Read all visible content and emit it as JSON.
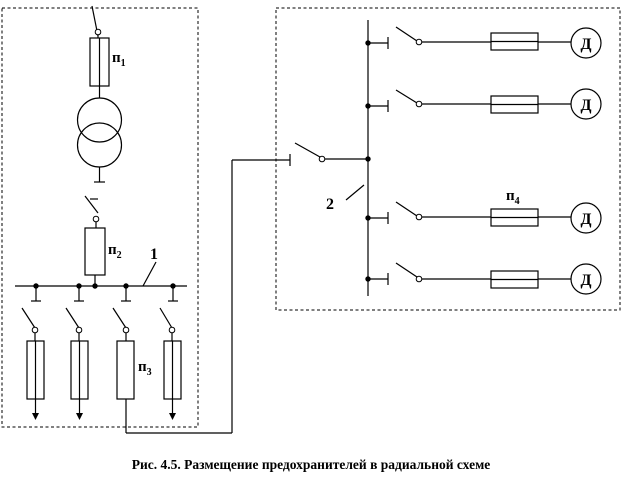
{
  "labels": {
    "p1": "п",
    "p1_sub": "1",
    "p2": "п",
    "p2_sub": "2",
    "p3": "п",
    "p3_sub": "3",
    "p4": "п",
    "p4_sub": "4",
    "bus1": "1",
    "bus2": "2"
  },
  "motor_label": "Д",
  "caption": "Рис. 4.5. Размещение предохранителей в радиальной схеме"
}
